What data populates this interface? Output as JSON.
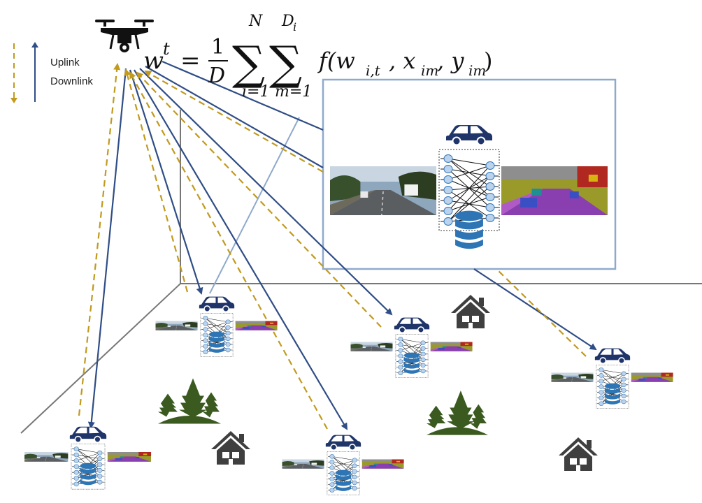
{
  "legend": {
    "uplink_label": "Uplink",
    "downlink_label": "Downlink"
  },
  "formula": {
    "lhs_w": "w",
    "lhs_sup": "t",
    "equals": "=",
    "frac_num": "1",
    "frac_den": "D",
    "sum1_upper": "N",
    "sum1_lower": "i=1",
    "sum2_upper_main": "D",
    "sum2_upper_sub": "i",
    "sum2_lower": "m=1",
    "func": "f(w",
    "arg1_sub": "i,t",
    "comma1": ", x",
    "arg2_sub": "im",
    "comma2": ", y",
    "arg3_sub": "im",
    "close": ")"
  },
  "colors": {
    "uplink": "#c19a1e",
    "downlink": "#2f4d86",
    "car": "#1f3468",
    "database": "#2e75b6",
    "house": "#3f3f3f",
    "tree": "#3a5a1f",
    "zoom_box": "#8fa9cc",
    "ground_line": "#777777"
  },
  "icons": {
    "drone": "drone-icon",
    "car": "car-icon",
    "database": "database-icon",
    "neural_net": "neural-network-icon",
    "house": "house-icon",
    "tree": "tree-icon"
  }
}
